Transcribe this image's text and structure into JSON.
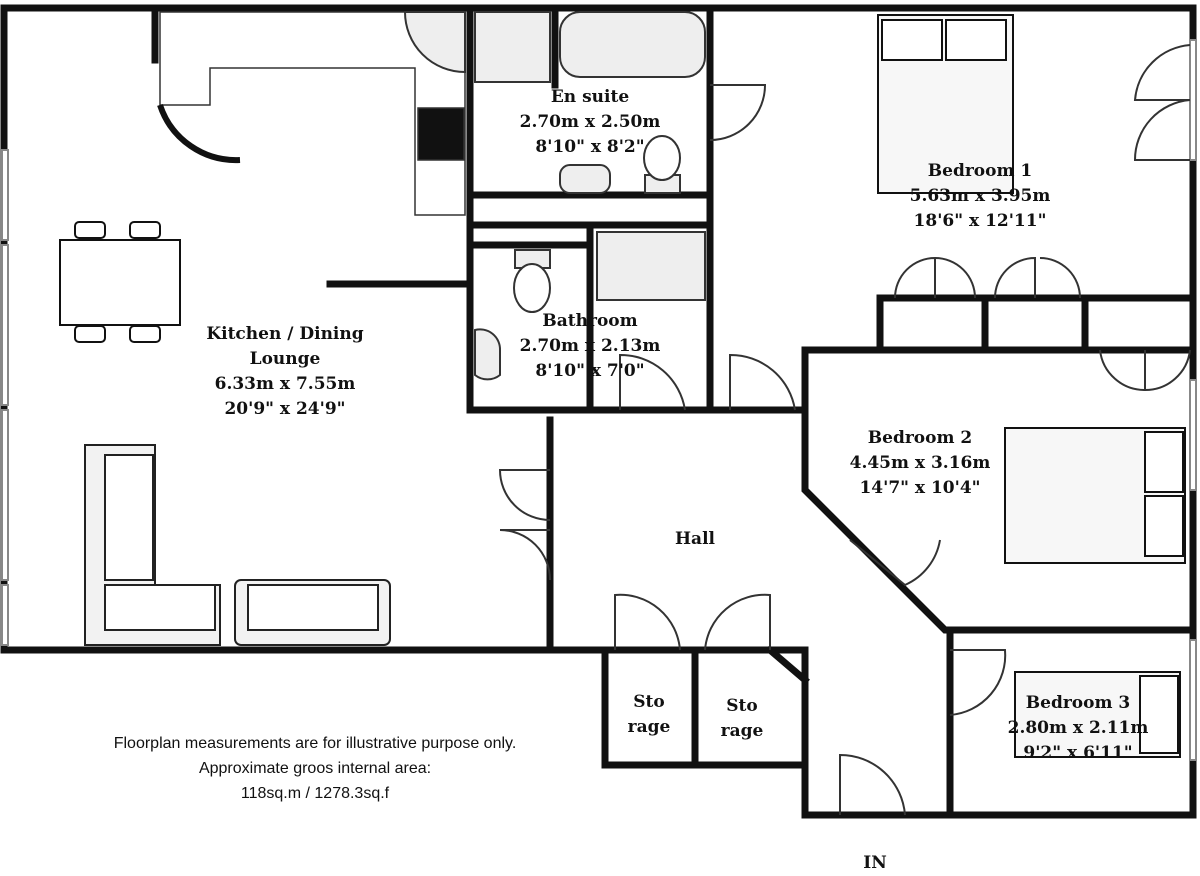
{
  "rooms": {
    "kitchen": {
      "name_line1": "Kitchen / Dining",
      "name_line2": "Lounge",
      "metric": "6.33m x 7.55m",
      "imperial": "20'9\" x 24'9\""
    },
    "ensuite": {
      "name": "En suite",
      "metric": "2.70m x 2.50m",
      "imperial": "8'10\" x 8'2\""
    },
    "bathroom": {
      "name": "Bathroom",
      "metric": "2.70m x 2.13m",
      "imperial": "8'10\" x 7'0\""
    },
    "bedroom1": {
      "name": "Bedroom 1",
      "metric": "5.63m x 3.95m",
      "imperial": "18'6\" x 12'11\""
    },
    "bedroom2": {
      "name": "Bedroom 2",
      "metric": "4.45m x 3.16m",
      "imperial": "14'7\" x 10'4\""
    },
    "bedroom3": {
      "name": "Bedroom 3",
      "metric": "2.80m x 2.11m",
      "imperial": "9'2\" x 6'11\""
    },
    "hall": {
      "name": "Hall"
    },
    "storage1": {
      "line1": "Sto",
      "line2": "rage"
    },
    "storage2": {
      "line1": "Sto",
      "line2": "rage"
    }
  },
  "entrance_label": "IN",
  "disclaimer": {
    "line1": "Floorplan measurements are for illustrative purpose only.",
    "line2": "Approximate groos internal area:",
    "line3": "118sq.m / 1278.3sq.f"
  }
}
